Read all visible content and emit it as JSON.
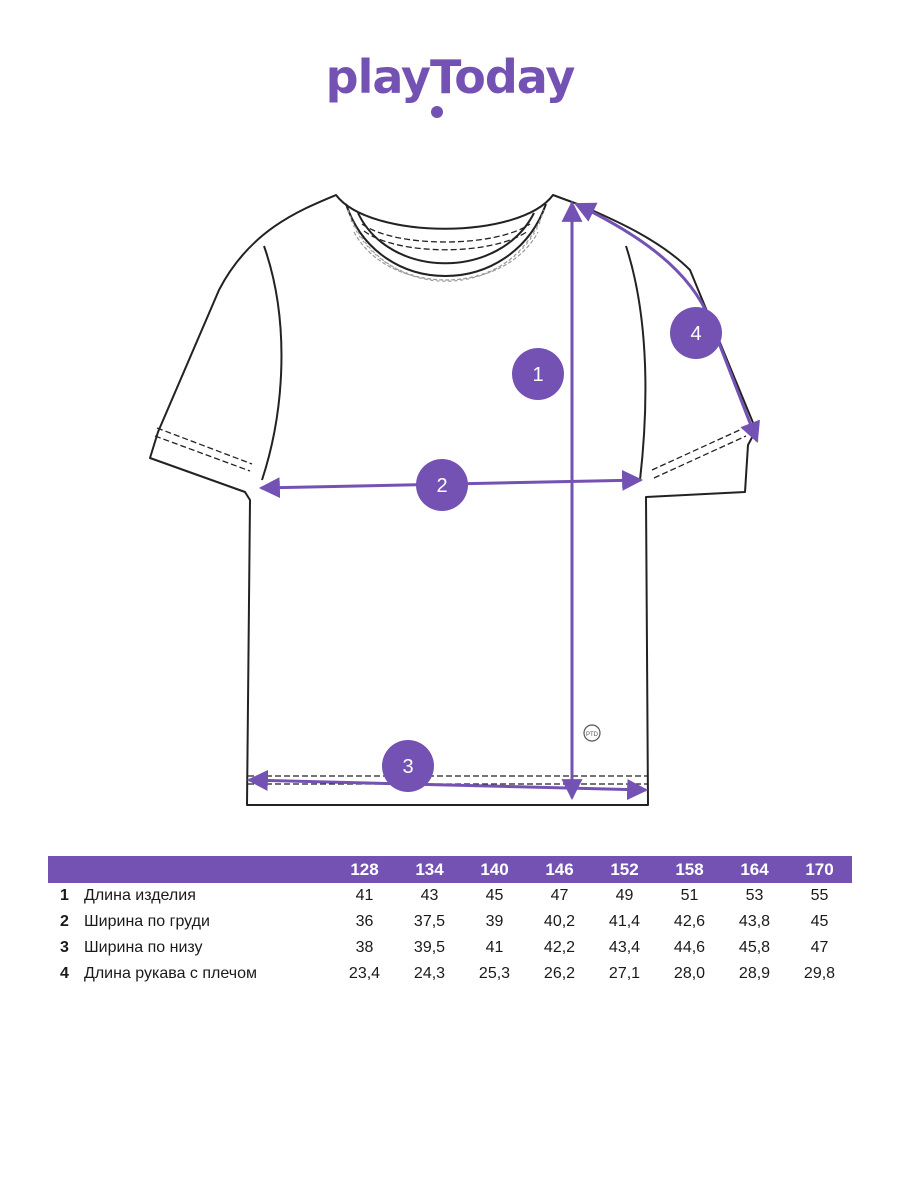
{
  "brand": {
    "logo_text": "playToday",
    "color": "#7452b3"
  },
  "markers": [
    {
      "id": "1"
    },
    {
      "id": "2"
    },
    {
      "id": "3"
    },
    {
      "id": "4"
    }
  ],
  "tag_label": "PTD",
  "table": {
    "header_color": "#7452b3",
    "sizes": [
      "128",
      "134",
      "140",
      "146",
      "152",
      "158",
      "164",
      "170"
    ],
    "rows": [
      {
        "num": "1",
        "label": "Длина изделия",
        "values": [
          "41",
          "43",
          "45",
          "47",
          "49",
          "51",
          "53",
          "55"
        ]
      },
      {
        "num": "2",
        "label": "Ширина по груди",
        "values": [
          "36",
          "37,5",
          "39",
          "40,2",
          "41,4",
          "42,6",
          "43,8",
          "45"
        ]
      },
      {
        "num": "3",
        "label": "Ширина по низу",
        "values": [
          "38",
          "39,5",
          "41",
          "42,2",
          "43,4",
          "44,6",
          "45,8",
          "47"
        ]
      },
      {
        "num": "4",
        "label": "Длина рукава с плечом",
        "values": [
          "23,4",
          "24,3",
          "25,3",
          "26,2",
          "27,1",
          "28,0",
          "28,9",
          "29,8"
        ]
      }
    ]
  }
}
